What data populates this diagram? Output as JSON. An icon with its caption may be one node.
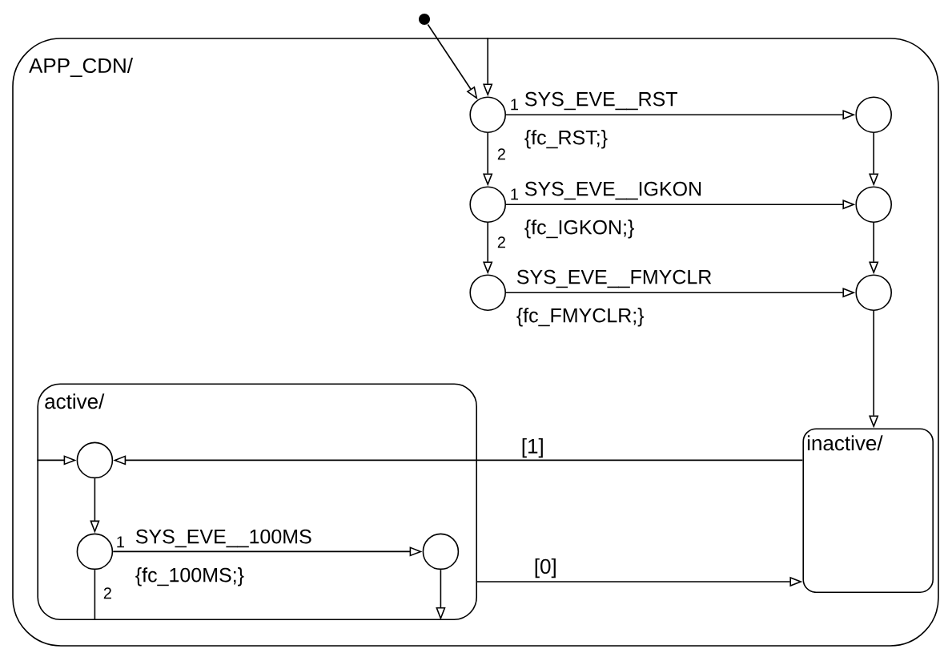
{
  "diagram": {
    "nodes": [
      {
        "text": [
          "APP_CDN/"
        ]
      },
      {
        "text": [],
        "shape": "circle"
      },
      {
        "text": [],
        "shape": "circle",
        "in": 0
      },
      {
        "text": [],
        "shape": "circle",
        "in": 0
      },
      {
        "text": [],
        "shape": "circle",
        "in": 0
      },
      {
        "text": [],
        "shape": "circle",
        "in": 0
      },
      {
        "text": [],
        "shape": "circle",
        "in": 0
      },
      {
        "text": [],
        "shape": "circle",
        "in": 0
      },
      {
        "text": [
          "active/"
        ],
        "in": 0
      },
      {
        "text": [],
        "shape": "circle",
        "in": 8
      },
      {
        "text": [],
        "shape": "circle",
        "in": 8
      },
      {
        "text": [],
        "shape": "circle",
        "in": 8
      },
      {
        "text": [
          "inactive/"
        ],
        "in": 0
      }
    ],
    "edges": [
      {
        "from": 1,
        "to": 2,
        "arrow": "to"
      },
      {
        "from": 0,
        "to": 2,
        "arrow": "to"
      },
      {
        "from": 2,
        "to": 3,
        "arrow": "to",
        "label": "SYS_EVE__RST {fc_RST;}"
      },
      {
        "from": 2,
        "to": 4,
        "arrow": "to"
      },
      {
        "from": 3,
        "to": 5,
        "arrow": "to"
      },
      {
        "from": 4,
        "to": 5,
        "arrow": "to",
        "label": "SYS_EVE__IGKON {fc_IGKON;}"
      },
      {
        "from": 4,
        "to": 6,
        "arrow": "to"
      },
      {
        "from": 6,
        "to": 7,
        "arrow": "to",
        "label": "SYS_EVE__FMYCLR {fc_FMYCLR;}"
      },
      {
        "from": 5,
        "to": 7,
        "arrow": "to"
      },
      {
        "from": 7,
        "to": 12,
        "arrow": "to"
      },
      {
        "from": 12,
        "to": 9,
        "arrow": "to",
        "label": "[1]"
      },
      {
        "from": 8,
        "to": 9,
        "arrow": "to"
      },
      {
        "from": 9,
        "to": 10,
        "arrow": "to"
      },
      {
        "from": 10,
        "to": 11,
        "arrow": "to",
        "label": "SYS_EVE__100MS {fc_100MS;}"
      },
      {
        "from": 11,
        "to": 8,
        "arrow": "to"
      },
      {
        "from": 10,
        "to": 8,
        "arrow": "none"
      },
      {
        "from": 8,
        "to": 12,
        "arrow": "to",
        "label": "[0]"
      }
    ],
    "labels": [
      "1",
      "2",
      "1",
      "2",
      "1",
      "2"
    ]
  }
}
